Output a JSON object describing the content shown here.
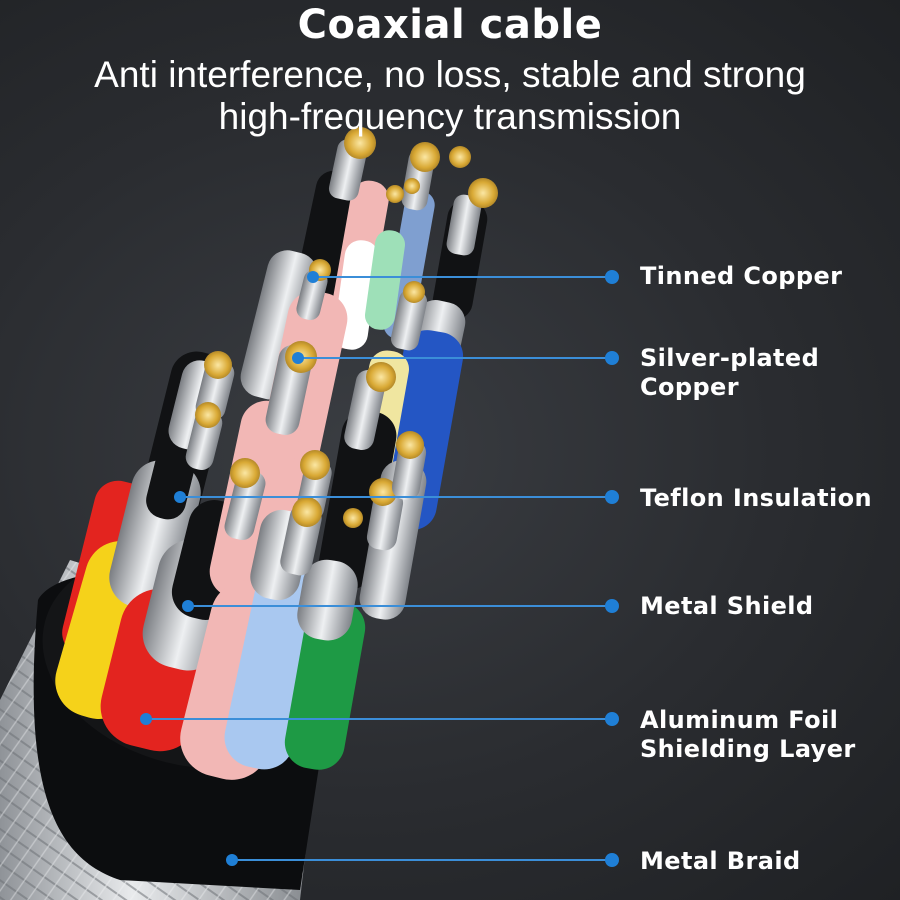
{
  "header": {
    "title": "Coaxial cable",
    "subtitle_line1": "Anti interference, no loss, stable and strong",
    "subtitle_line2": "high-frequency transmission"
  },
  "callouts": [
    {
      "id": "tinned-copper",
      "line1": "Tinned Copper",
      "line2": ""
    },
    {
      "id": "silver-plated-copper",
      "line1": "Silver-plated",
      "line2": "Copper"
    },
    {
      "id": "teflon-insulation",
      "line1": "Teflon Insulation",
      "line2": ""
    },
    {
      "id": "metal-shield",
      "line1": "Metal Shield",
      "line2": ""
    },
    {
      "id": "aluminum-foil",
      "line1": "Aluminum Foil",
      "line2": "Shielding Layer"
    },
    {
      "id": "metal-braid",
      "line1": "Metal Braid",
      "line2": ""
    }
  ],
  "colors": {
    "background": "#2a2c30",
    "callout_line": "#3b8ed8",
    "callout_dot": "#1f7fd6",
    "text": "#ffffff",
    "wire_red": "#e3241f",
    "wire_yellow": "#f5d21a",
    "wire_pink": "#f2b7b5",
    "wire_light_blue": "#a9c8f0",
    "wire_green": "#1e9a45",
    "wire_blue": "#2456c4",
    "wire_black": "#111214",
    "copper_tip": "#d9a935",
    "shield_silver": "#c9ccd0"
  }
}
